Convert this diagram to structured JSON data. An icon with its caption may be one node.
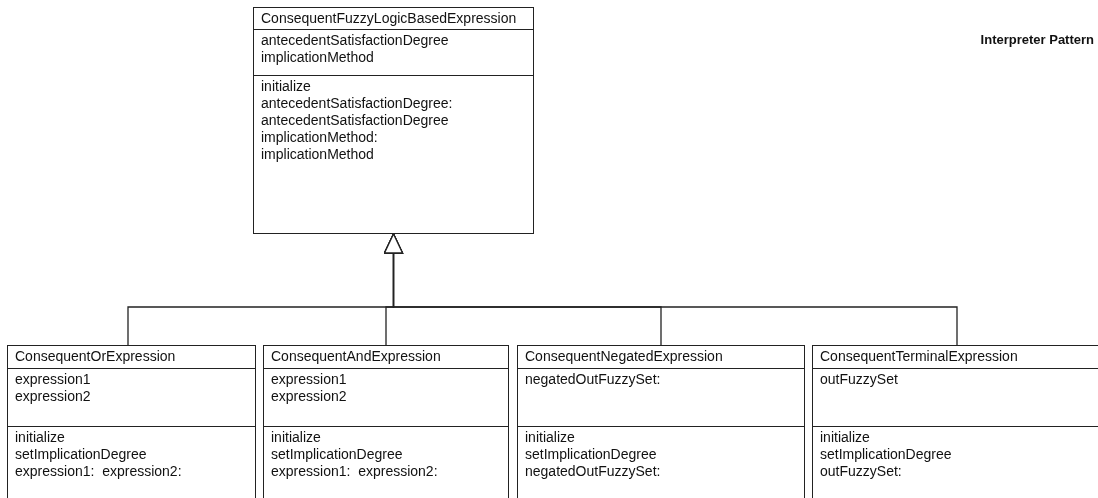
{
  "diagram": {
    "title": "Interpreter Pattern",
    "nodes": [
      {
        "text": [
          "ConsequentFuzzyLogicBasedExpression",
          "antecedentSatisfactionDegree",
          "implicationMethod",
          "initialize",
          "antecedentSatisfactionDegree:",
          "antecedentSatisfactionDegree",
          "implicationMethod:",
          "implicationMethod"
        ]
      },
      {
        "text": [
          "ConsequentOrExpression",
          "expression1",
          "expression2",
          "initialize",
          "setImplicationDegree",
          "expression1:  expression2:"
        ]
      },
      {
        "text": [
          "ConsequentAndExpression",
          "expression1",
          "expression2",
          "initialize",
          "setImplicationDegree",
          "expression1:  expression2:"
        ]
      },
      {
        "text": [
          "ConsequentNegatedExpression",
          "negatedOutFuzzySet:",
          "initialize",
          "setImplicationDegree",
          "negatedOutFuzzySet:"
        ]
      },
      {
        "text": [
          "ConsequentTerminalExpression",
          "outFuzzySet",
          "initialize",
          "setImplicationDegree",
          "outFuzzySet:"
        ]
      }
    ],
    "edges": [
      {
        "from": 1,
        "to": 0,
        "arrow": "to"
      },
      {
        "from": 2,
        "to": 0,
        "arrow": "to"
      },
      {
        "from": 3,
        "to": 0,
        "arrow": "to"
      },
      {
        "from": 4,
        "to": 0,
        "arrow": "to"
      }
    ]
  }
}
